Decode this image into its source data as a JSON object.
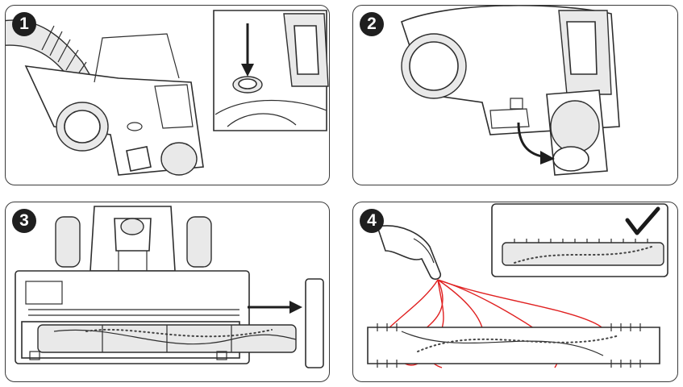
{
  "steps": [
    {
      "number": "1",
      "icon": "press-release-button-icon"
    },
    {
      "number": "2",
      "icon": "open-side-cover-icon"
    },
    {
      "number": "3",
      "icon": "remove-brushroll-icon"
    },
    {
      "number": "4",
      "icon": "cut-tangled-hair-icon"
    }
  ],
  "check_icon": "checkmark-icon",
  "colors": {
    "outline": "#2e2e2e",
    "hair": "#e02020",
    "badge": "#1f1f1f"
  }
}
